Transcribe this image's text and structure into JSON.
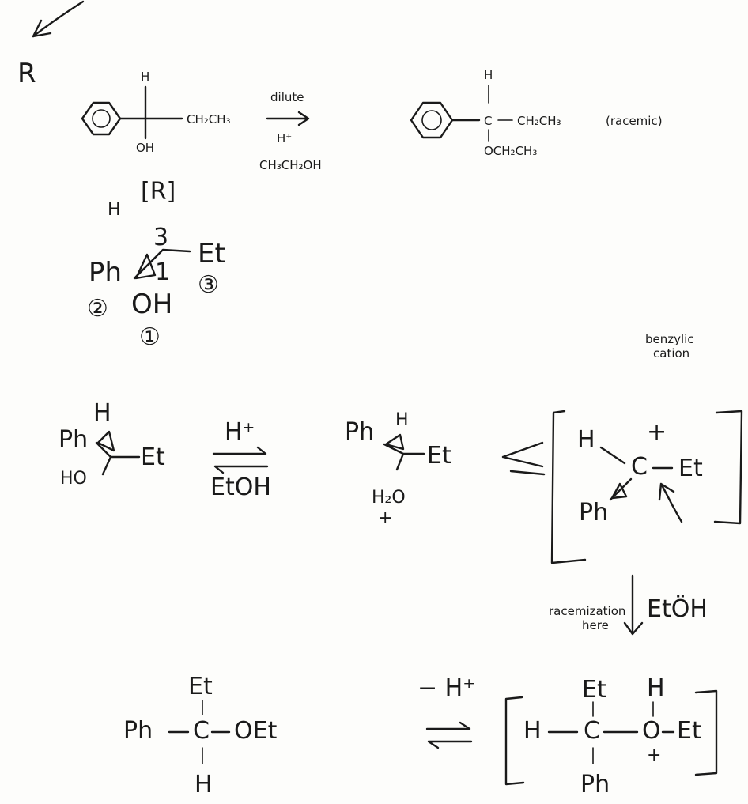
{
  "top_section": {
    "corner_label": "R",
    "reactant": {
      "h": "H",
      "ethyl": "CH₂CH₃",
      "oh": "OH",
      "config": "[R]"
    },
    "conditions": {
      "top": "dilute",
      "mid": "H⁺",
      "bottom": "CH₃CH₂OH"
    },
    "product": {
      "h": "H",
      "c": "C",
      "ethyl": "CH₂CH₃",
      "ether": "OCH₂CH₃",
      "note": "(racemic)"
    }
  },
  "wedge_section": {
    "h": "H",
    "ph": "Ph",
    "et": "Et",
    "oh": "OH",
    "num_3": "3",
    "num_1": "1",
    "prio_ph": "②",
    "prio_et": "③",
    "prio_oh": "①"
  },
  "mechanism": {
    "step1_reactant": {
      "h": "H",
      "ph": "Ph",
      "et": "Et",
      "ho": "HO"
    },
    "arrow1_top": "H⁺",
    "arrow1_bottom": "EtOH",
    "step2": {
      "ph": "Ph",
      "h": "H",
      "et": "Et",
      "h2o": "H₂O",
      "plus": "+"
    },
    "cation_label": "benzylic cation",
    "cation": {
      "h": "H",
      "plus": "+",
      "c": "C",
      "et": "Et",
      "ph": "Ph"
    },
    "racemization_label": "racemization here",
    "nucleophile": "EtÖH"
  },
  "bottom_section": {
    "product": {
      "et": "Et",
      "ph": "Ph",
      "c": "C",
      "oet": "OEt",
      "h": "H"
    },
    "arrow_label": "− H⁺",
    "oxonium": {
      "et": "Et",
      "h_top": "H",
      "h_left": "H",
      "c": "C",
      "o": "O",
      "et_right": "Et",
      "plus": "+",
      "ph": "Ph"
    }
  }
}
